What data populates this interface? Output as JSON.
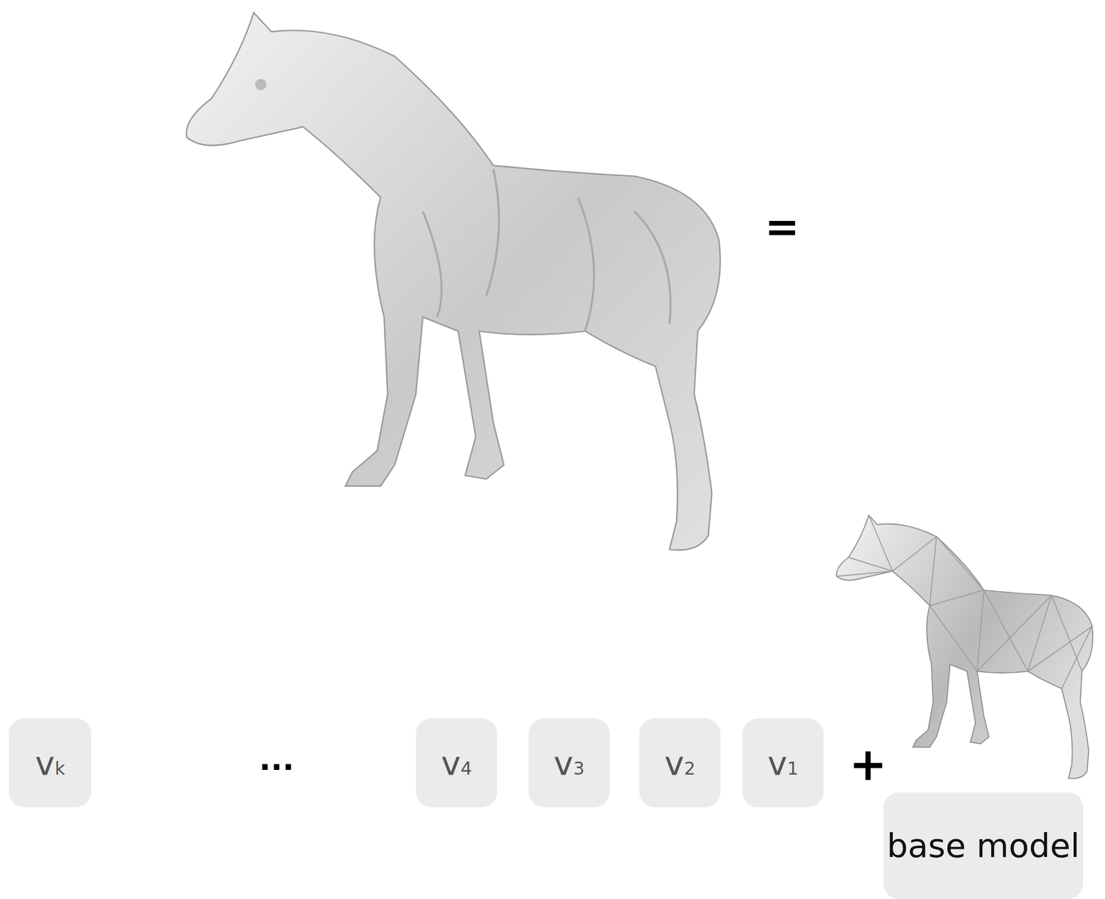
{
  "diagram": {
    "nodes": [
      {
        "text": [
          "vk"
        ]
      },
      {
        "text": [
          "v4"
        ]
      },
      {
        "text": [
          "v3"
        ]
      },
      {
        "text": [
          "v2"
        ]
      },
      {
        "text": [
          "v1"
        ]
      },
      {
        "text": [
          "base model"
        ]
      }
    ],
    "labels": [
      "=",
      "...",
      "+"
    ]
  }
}
